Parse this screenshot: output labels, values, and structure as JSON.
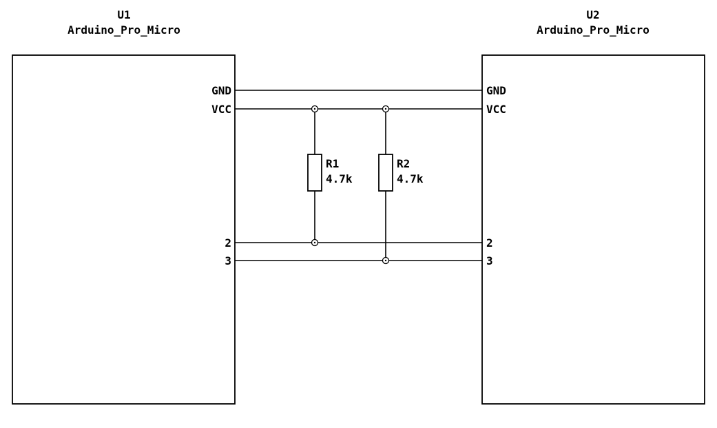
{
  "schematic": {
    "u1": {
      "ref": "U1",
      "value": "Arduino_Pro_Micro",
      "pin_gnd": "GND",
      "pin_vcc": "VCC",
      "pin_2": "2",
      "pin_3": "3"
    },
    "u2": {
      "ref": "U2",
      "value": "Arduino_Pro_Micro",
      "pin_gnd": "GND",
      "pin_vcc": "VCC",
      "pin_2": "2",
      "pin_3": "3"
    },
    "r1": {
      "ref": "R1",
      "value": "4.7k"
    },
    "r2": {
      "ref": "R2",
      "value": "4.7k"
    },
    "colors": {
      "wire": "#000000",
      "background": "#ffffff"
    }
  }
}
